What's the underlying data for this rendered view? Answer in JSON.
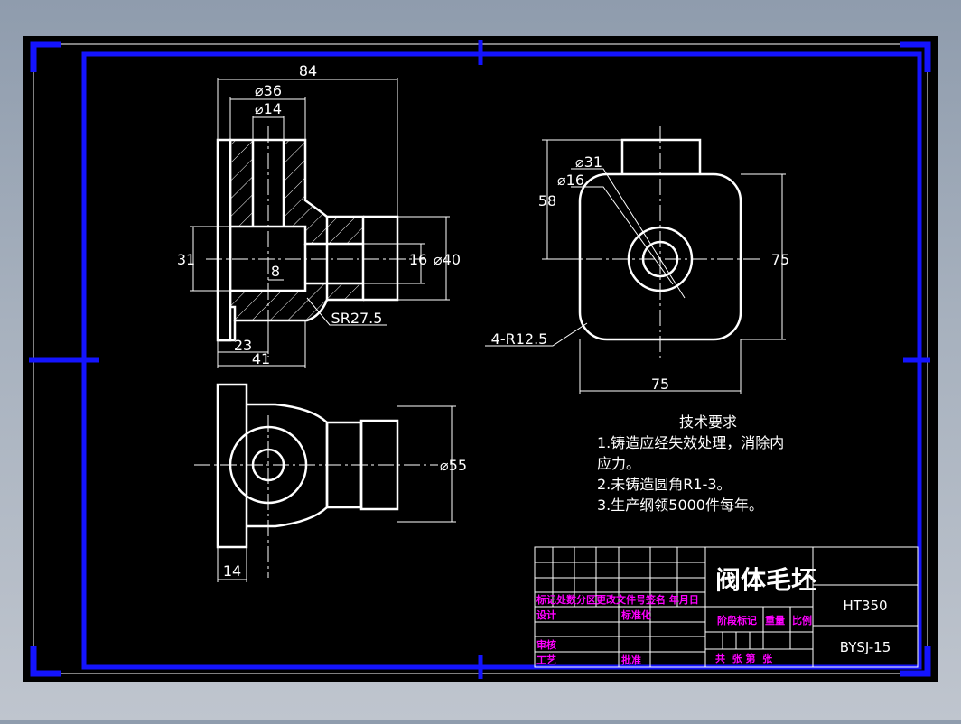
{
  "drawing": {
    "dimensions": {
      "d84": "84",
      "d36": "⌀36",
      "d14": "⌀14",
      "d31_left": "31",
      "d16": "16",
      "d40": "⌀40",
      "d8": "8",
      "sr": "SR27.5",
      "d23": "23",
      "d41": "41",
      "d14_bottom": "14",
      "d55": "⌀55",
      "d31_circle": "⌀31",
      "d16_circle": "⌀16",
      "d58": "58",
      "d75_right": "75",
      "d75_bottom": "75",
      "r": "4-R12.5"
    },
    "tech": {
      "title": "技术要求",
      "line1a": "1.铸造应经失效处理，消除内",
      "line1b": "应力。",
      "line2": "2.未铸造圆角R1-3。",
      "line3": "3.生产纲领5000件每年。"
    },
    "title_block": {
      "part_name": "阀体毛坯",
      "material": "HT350",
      "drawing_no": "BYSJ-15",
      "header_row": "标记处数分区更改文件号签名 年月日",
      "design": "设计",
      "standard": "标准化",
      "stage_mark": "阶段标记",
      "weight": "重量",
      "scale": "比例",
      "review": "审核",
      "process": "工艺",
      "approve": "批准",
      "sheets": "共  张 第  张"
    }
  },
  "colors": {
    "canvas": "#000000",
    "frame": "#1414ff",
    "lines": "#ffffff",
    "hatch": "#ffffff",
    "dim": "#ffffff",
    "title_block_text": "#ff00ff"
  }
}
